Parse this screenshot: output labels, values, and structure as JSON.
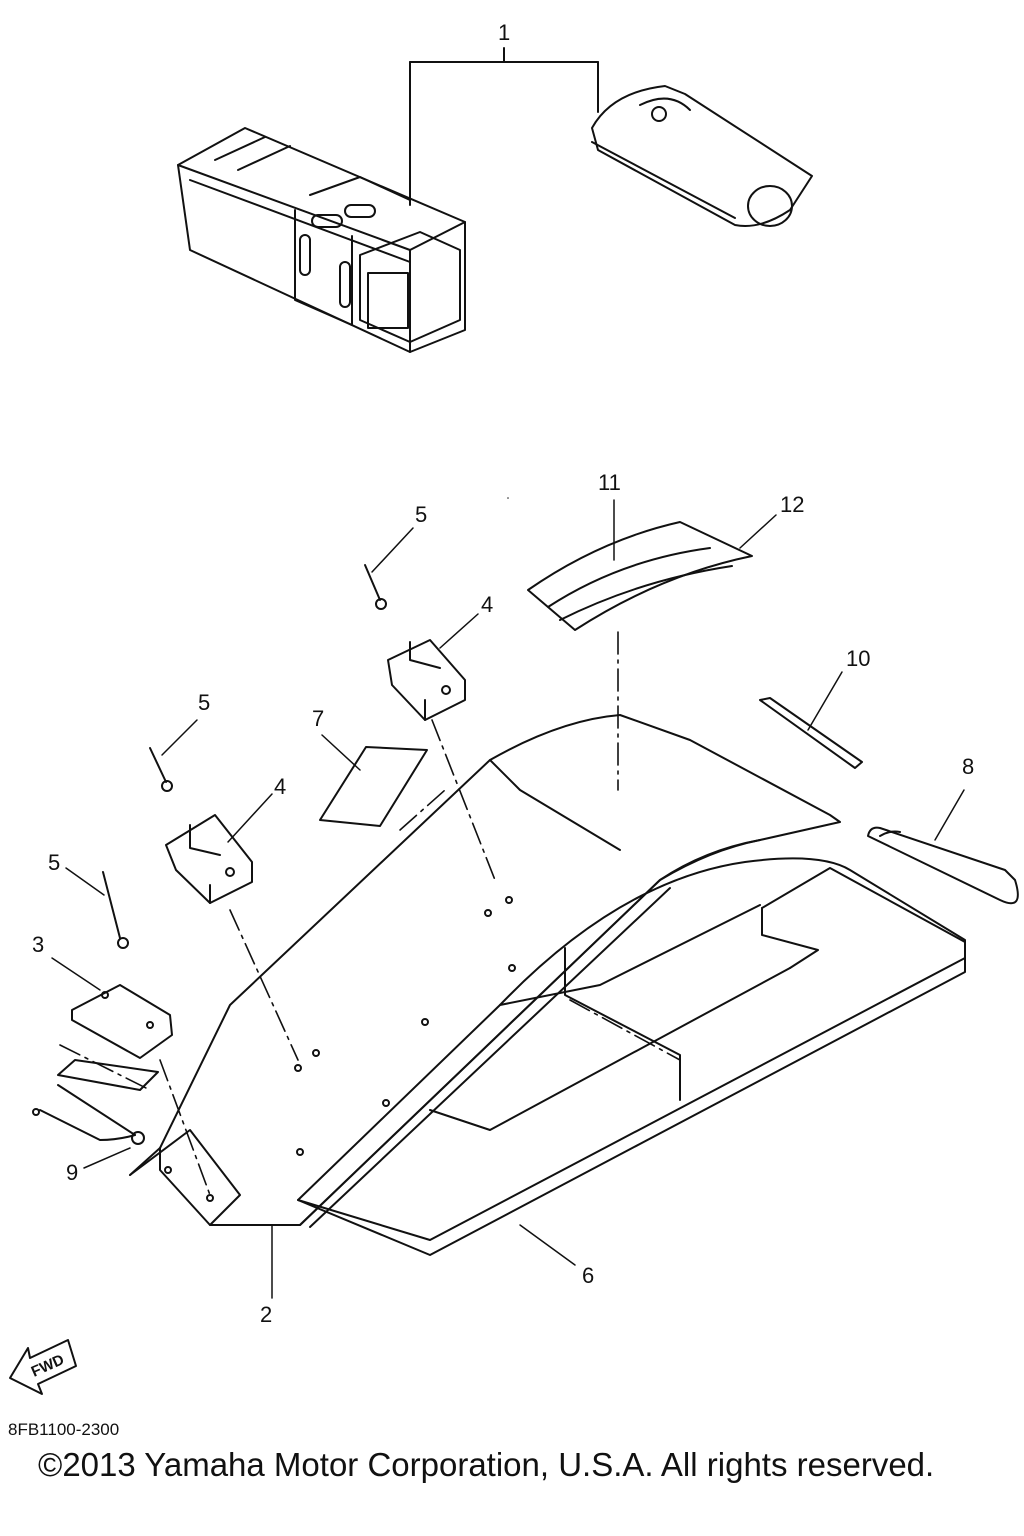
{
  "callouts": {
    "c1": "1",
    "c2": "2",
    "c3": "3",
    "c4a": "4",
    "c4b": "4",
    "c5a": "5",
    "c5b": "5",
    "c5c": "5",
    "c6": "6",
    "c7": "7",
    "c8": "8",
    "c9": "9",
    "c10": "10",
    "c11": "11",
    "c12": "12"
  },
  "fwd_label": "FWD",
  "diagram_code": "8FB1100-2300",
  "copyright": "©2013 Yamaha Motor Corporation, U.S.A. All rights reserved."
}
